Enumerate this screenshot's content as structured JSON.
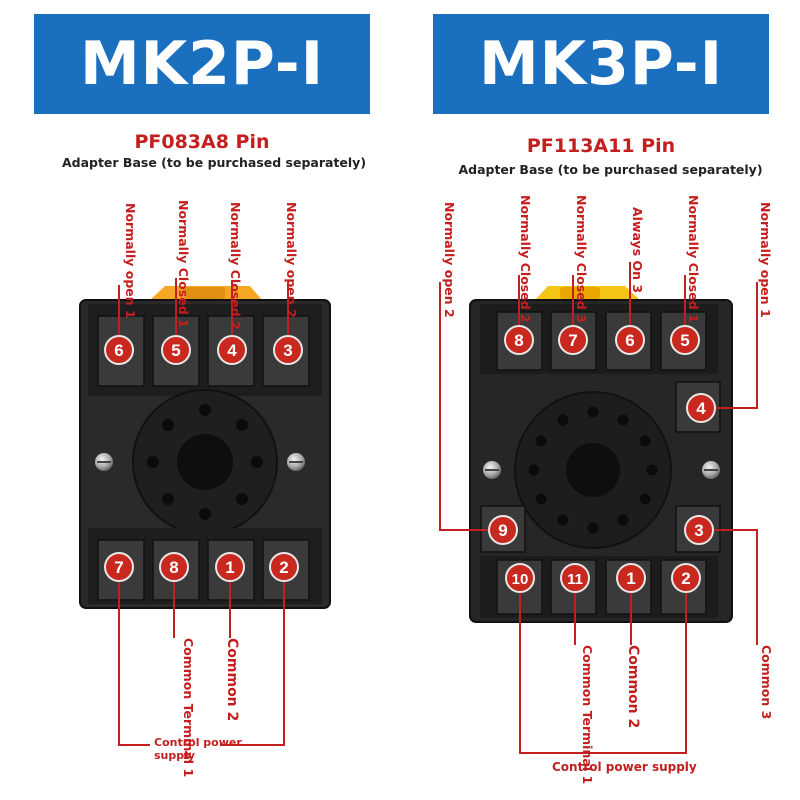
{
  "colors": {
    "banner": "#1b6fbf",
    "label_red": "#c41e1e",
    "base_body": "#252525",
    "pin_circle": "#c8281e"
  },
  "left": {
    "title": "MK2P-I",
    "pin_name": "PF083A8 Pin",
    "subtitle": "Adapter Base (to be purchased separately)",
    "top_labels": [
      "Normally open 1",
      "Normally Closed 1",
      "Normally Closed 2",
      "Normally open 2"
    ],
    "top_pins": [
      "6",
      "5",
      "4",
      "3"
    ],
    "bottom_pins": [
      "7",
      "8",
      "1",
      "2"
    ],
    "bottom_labels": [
      "Common Terminal 1",
      "Common 2"
    ],
    "power_label": "Control power supply"
  },
  "right": {
    "title": "MK3P-I",
    "pin_name": "PF113A11 Pin",
    "subtitle": "Adapter Base (to be purchased separately)",
    "top_labels": [
      "Normally open 2",
      "Normally Closed 2",
      "Normally Closed 3",
      "Always On 3",
      "Normally Closed 1",
      "Normally open 1"
    ],
    "top_pins": [
      "8",
      "7",
      "6",
      "5"
    ],
    "side_pins": [
      "4",
      "9",
      "3"
    ],
    "bottom_pins": [
      "10",
      "11",
      "1",
      "2"
    ],
    "bottom_labels": [
      "Common Terminal 1",
      "Common 2",
      "Common 3"
    ],
    "power_label": "Control power supply"
  }
}
